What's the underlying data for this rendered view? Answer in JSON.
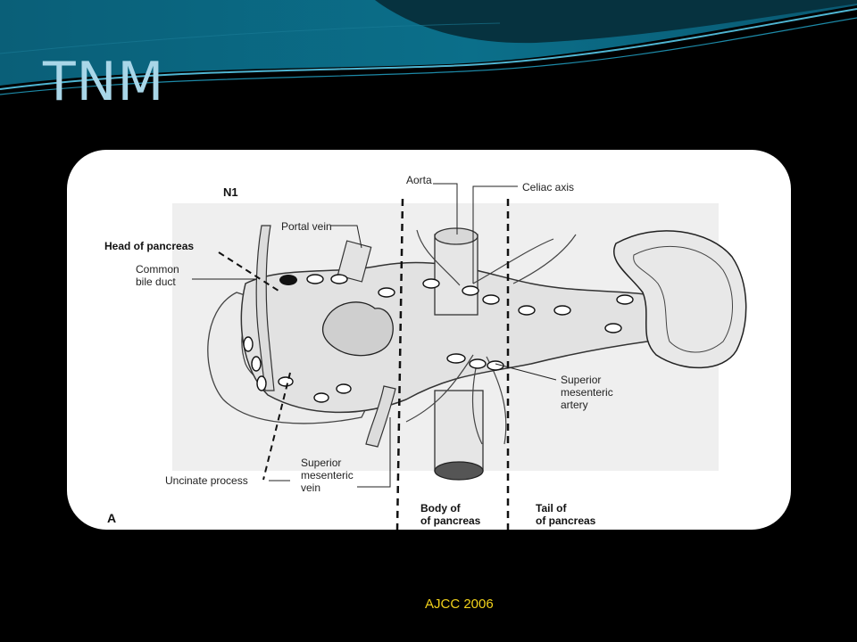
{
  "slide": {
    "title": "TNM",
    "citation": "AJCC 2006"
  },
  "figure": {
    "panel_label": "A",
    "stage_label": "N1",
    "labels": {
      "head_of_pancreas": "Head of pancreas",
      "common_bile_duct_1": "Common",
      "common_bile_duct_2": "bile duct",
      "portal_vein": "Portal vein",
      "aorta": "Aorta",
      "celiac_axis": "Celiac axis",
      "sma_1": "Superior",
      "sma_2": "mesenteric",
      "sma_3": "artery",
      "uncinate_process": "Uncinate process",
      "smv_1": "Superior",
      "smv_2": "mesenteric",
      "smv_3": "vein",
      "body_1": "Body of",
      "body_2": "of pancreas",
      "tail_1": "Tail of",
      "tail_2": "of pancreas"
    }
  },
  "colors": {
    "background": "#000000",
    "title": "#a9d6e8",
    "citation": "#f2d21b",
    "banner": "#0b5e75"
  }
}
